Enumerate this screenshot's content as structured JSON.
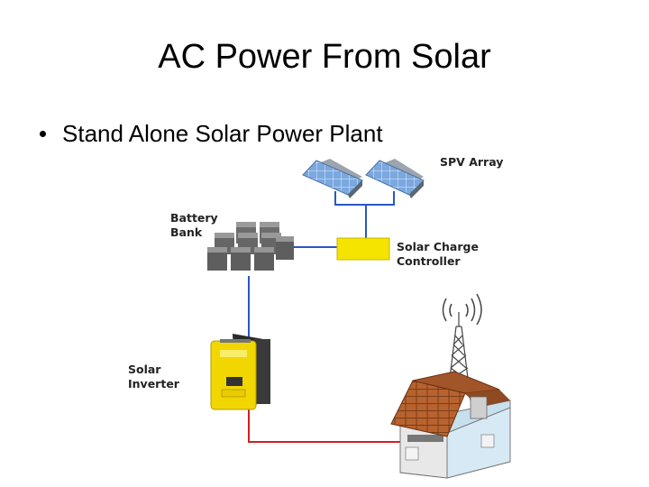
{
  "slide": {
    "title": "AC Power From Solar",
    "bullet": "Stand Alone Solar Power Plant"
  },
  "diagram": {
    "labels": {
      "spv_array": "SPV Array",
      "battery_line1": "Battery",
      "battery_line2": "Bank",
      "controller_line1": "Solar Charge",
      "controller_line2": "Controller",
      "inverter_line1": "Solar",
      "inverter_line2": "Inverter"
    },
    "colors": {
      "dc_wire": "#2a56c6",
      "ac_wire": "#d32020",
      "controller": "#f5e400",
      "panel": "#6f9fd8",
      "inverter": "#f2d600"
    }
  }
}
